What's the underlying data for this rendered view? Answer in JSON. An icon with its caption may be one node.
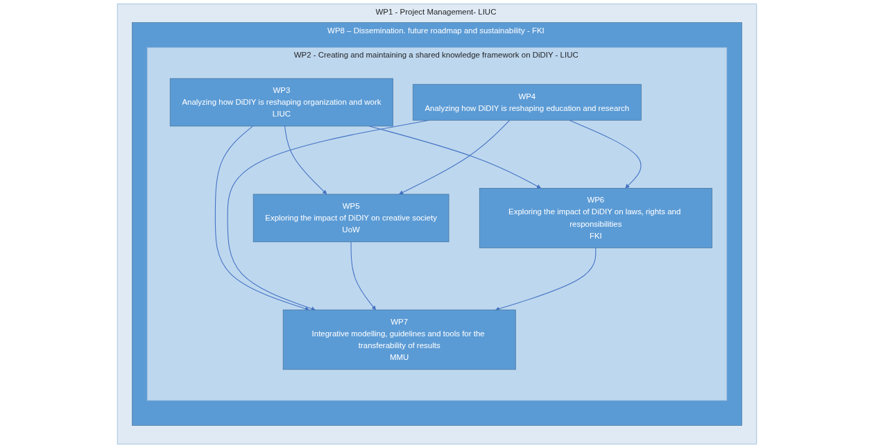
{
  "diagram": {
    "nodes": [
      {
        "text": [
          "WP1 - Project Management- LIUC"
        ]
      },
      {
        "text": [
          "WP8 – Dissemination. future roadmap and sustainability - FKI"
        ],
        "in": 0
      },
      {
        "text": [
          "WP2 - Creating and maintaining a shared knowledge framework on DiDIY - LIUC"
        ],
        "in": 1
      },
      {
        "text": [
          "WP3",
          "Analyzing how DiDIY is reshaping organization and work",
          "LIUC"
        ],
        "in": 2
      },
      {
        "text": [
          "WP4",
          "Analyzing how DiDIY is reshaping education and research"
        ],
        "in": 2
      },
      {
        "text": [
          "WP5",
          "Exploring the impact of DiDIY on creative society",
          "UoW"
        ],
        "in": 2
      },
      {
        "text": [
          "WP6",
          "Exploring the impact of DiDIY on laws, rights and responsibilities",
          "FKI"
        ],
        "in": 2
      },
      {
        "text": [
          "WP7",
          "Integrative modelling, guidelines and tools for the transferability of results",
          "MMU"
        ],
        "in": 2
      }
    ],
    "edges": [
      {
        "from": 3,
        "to": 5,
        "arrow": "to"
      },
      {
        "from": 3,
        "to": 6,
        "arrow": "to"
      },
      {
        "from": 4,
        "to": 5,
        "arrow": "to"
      },
      {
        "from": 4,
        "to": 6,
        "arrow": "to"
      },
      {
        "from": 3,
        "to": 7,
        "arrow": "to"
      },
      {
        "from": 4,
        "to": 7,
        "arrow": "to"
      },
      {
        "from": 5,
        "to": 7,
        "arrow": "to"
      },
      {
        "from": 6,
        "to": 7,
        "arrow": "to"
      }
    ]
  }
}
